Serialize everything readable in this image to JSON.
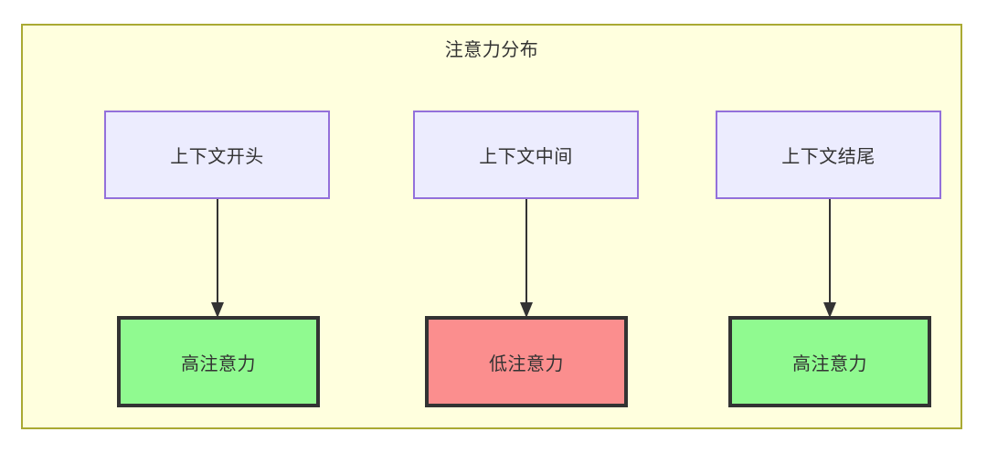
{
  "diagram": {
    "type": "flowchart",
    "title": "注意力分布",
    "container": {
      "fill_color": "#ffffde",
      "border_color": "#aaaa33"
    },
    "nodes": {
      "top": [
        {
          "id": "context-start",
          "label": "上下文开头",
          "fill_color": "#ececfe",
          "border_color": "#9370db"
        },
        {
          "id": "context-middle",
          "label": "上下文中间",
          "fill_color": "#ececfe",
          "border_color": "#9370db"
        },
        {
          "id": "context-end",
          "label": "上下文结尾",
          "fill_color": "#ececfe",
          "border_color": "#9370db"
        }
      ],
      "bottom": [
        {
          "id": "high-attention-start",
          "label": "高注意力",
          "fill_color": "#90fa90",
          "border_color": "#333333"
        },
        {
          "id": "low-attention-middle",
          "label": "低注意力",
          "fill_color": "#fb8e8e",
          "border_color": "#333333"
        },
        {
          "id": "high-attention-end",
          "label": "高注意力",
          "fill_color": "#90fa90",
          "border_color": "#333333"
        }
      ]
    },
    "edges": [
      {
        "id": "edge-1",
        "from": "context-start",
        "to": "high-attention-start",
        "label": "",
        "arrow": "down"
      },
      {
        "id": "edge-2",
        "from": "context-middle",
        "to": "low-attention-middle",
        "label": "",
        "arrow": "down"
      },
      {
        "id": "edge-3",
        "from": "context-end",
        "to": "high-attention-end",
        "label": "",
        "arrow": "down"
      }
    ],
    "edge_color": "#333333"
  }
}
